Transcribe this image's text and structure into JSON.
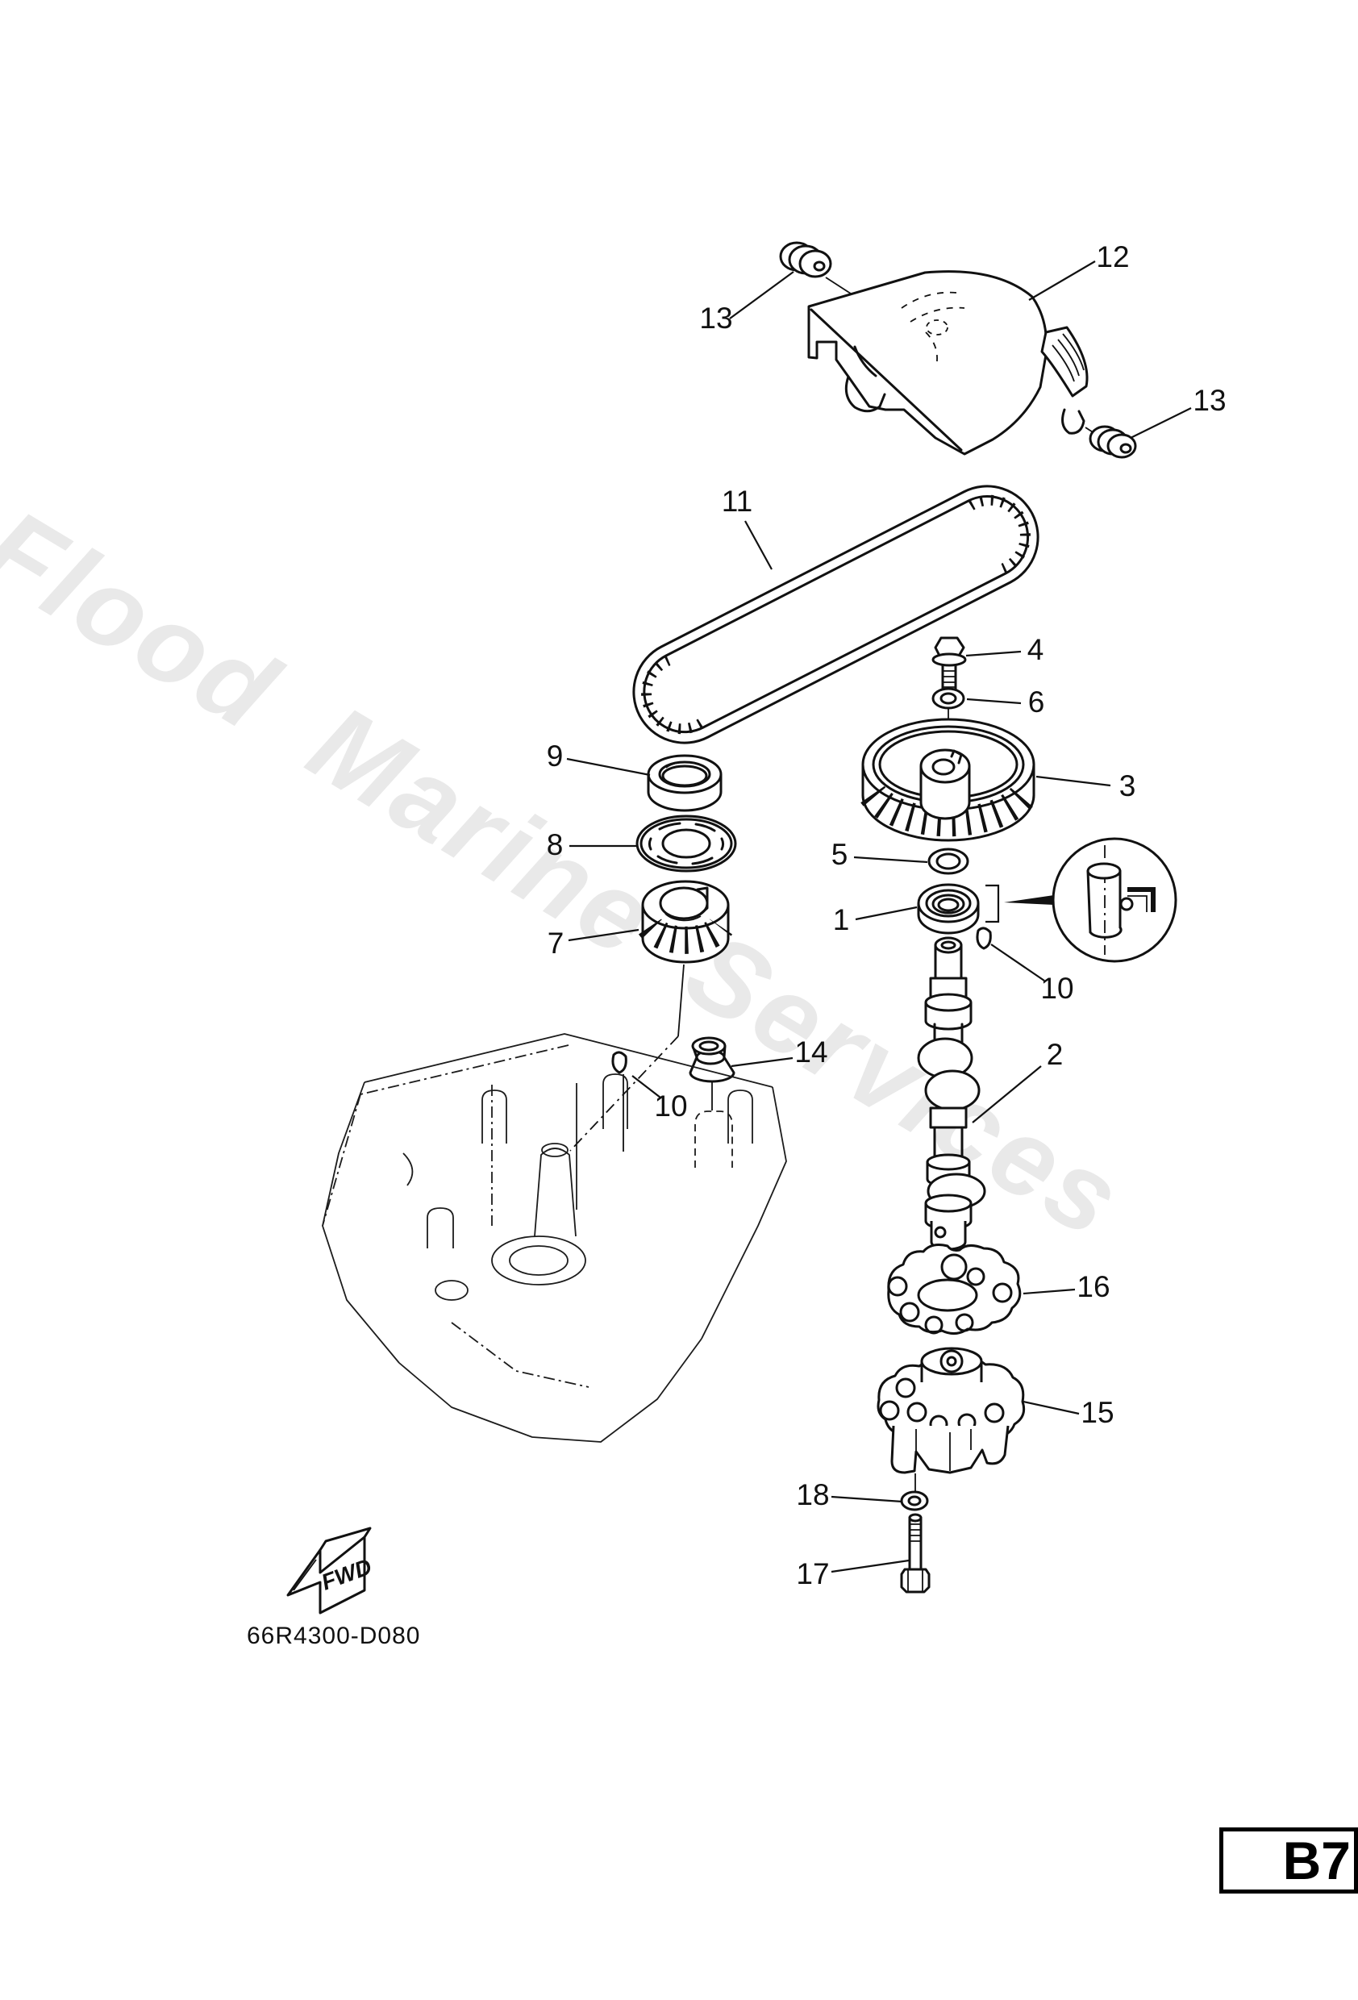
{
  "watermark_text": "Flood Marine Services",
  "footer": {
    "diagram_code": "66R4300-D080"
  },
  "fwd_arrow": {
    "label": "FWD"
  },
  "page_code_box": {
    "code": "B7"
  },
  "colors": {
    "line": "#111111",
    "watermark": "#e9e9e9",
    "paper": "#ffffff"
  },
  "callouts": [
    {
      "id": "13-left",
      "num": "13"
    },
    {
      "id": "12",
      "num": "12"
    },
    {
      "id": "13-right",
      "num": "13"
    },
    {
      "id": "11",
      "num": "11"
    },
    {
      "id": "4",
      "num": "4"
    },
    {
      "id": "6",
      "num": "6"
    },
    {
      "id": "9",
      "num": "9"
    },
    {
      "id": "3",
      "num": "3"
    },
    {
      "id": "8",
      "num": "8"
    },
    {
      "id": "5",
      "num": "5"
    },
    {
      "id": "1",
      "num": "1"
    },
    {
      "id": "7",
      "num": "7"
    },
    {
      "id": "10-right",
      "num": "10"
    },
    {
      "id": "2",
      "num": "2"
    },
    {
      "id": "14",
      "num": "14"
    },
    {
      "id": "10-left",
      "num": "10"
    },
    {
      "id": "16",
      "num": "16"
    },
    {
      "id": "15",
      "num": "15"
    },
    {
      "id": "18",
      "num": "18"
    },
    {
      "id": "17",
      "num": "17"
    }
  ]
}
